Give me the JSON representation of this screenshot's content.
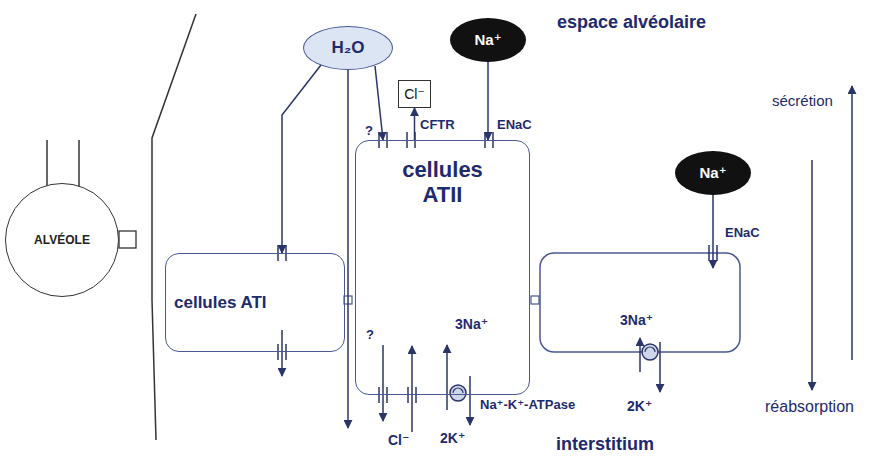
{
  "diagram": {
    "nodes": [
      {
        "text": [
          "ALVÉOLE"
        ]
      },
      {
        "text": [
          "H₂O"
        ]
      },
      {
        "text": [
          "Cl⁻"
        ]
      },
      {
        "text": [
          "Na⁺"
        ]
      },
      {
        "text": [
          "Na⁺"
        ]
      },
      {
        "text": [
          "cellules ATI"
        ]
      },
      {
        "text": [
          "cellules ATII"
        ]
      }
    ],
    "edges": [
      {
        "from": 1,
        "to": 5,
        "arrow": "to"
      },
      {
        "from": 1,
        "to": 6,
        "arrow": "to"
      },
      {
        "from": 3,
        "to": 6,
        "arrow": "to"
      },
      {
        "from": 6,
        "to": 2,
        "arrow": "to"
      }
    ],
    "labels": [
      "espace alvéolaire",
      "sécrétion",
      "?",
      "CFTR",
      "ENaC",
      "ENaC",
      "3Na⁺",
      "3Na⁺",
      "?",
      "Na⁺-K⁺-ATPase",
      "Cl⁻",
      "2K⁺",
      "2K⁺",
      "réabsorption",
      "interstitium"
    ]
  }
}
